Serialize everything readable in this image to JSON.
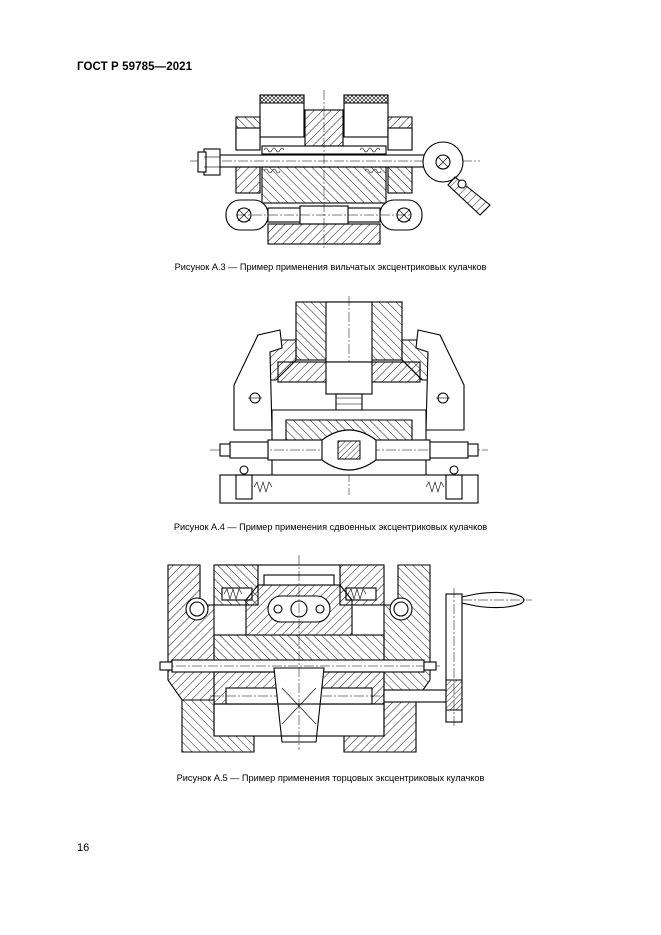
{
  "header": {
    "standard": "ГОСТ Р 59785—2021"
  },
  "figures": [
    {
      "id": "A3",
      "caption": "Рисунок А.3 — Пример применения вильчатых эксцентриковых кулачков"
    },
    {
      "id": "A4",
      "caption": "Рисунок А.4 — Пример применения сдвоенных эксцентриковых кулачков"
    },
    {
      "id": "A5",
      "caption": "Рисунок А.5 — Пример применения торцовых эксцентриковых кулачков"
    }
  ],
  "footer": {
    "page_number": "16"
  }
}
